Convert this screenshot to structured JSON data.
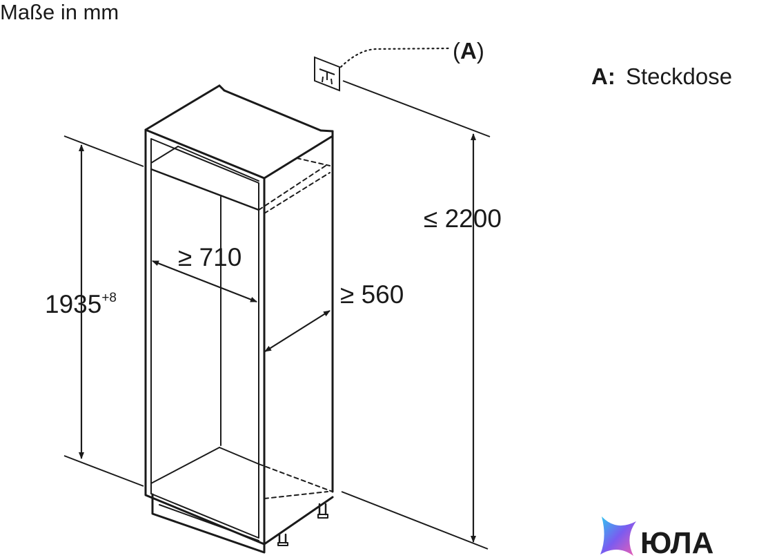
{
  "labels": {
    "units": "Maße in mm",
    "callout": "(A)",
    "legend_key": "A:",
    "legend_value": "Steckdose",
    "width": "≥ 710",
    "depth": "≥ 560",
    "height_total": "≤ 2200",
    "height_niche": "1935",
    "height_niche_tolerance": "+8"
  },
  "logo": {
    "text": "ЮЛА",
    "colors": [
      "#2ec5f0",
      "#7a5cf0",
      "#f05fb0"
    ]
  },
  "colors": {
    "line": "#1a1a1a",
    "text": "#1a1a1a"
  },
  "icons": {
    "socket": "power-socket-icon",
    "logo_mark": "star-logo-icon"
  }
}
